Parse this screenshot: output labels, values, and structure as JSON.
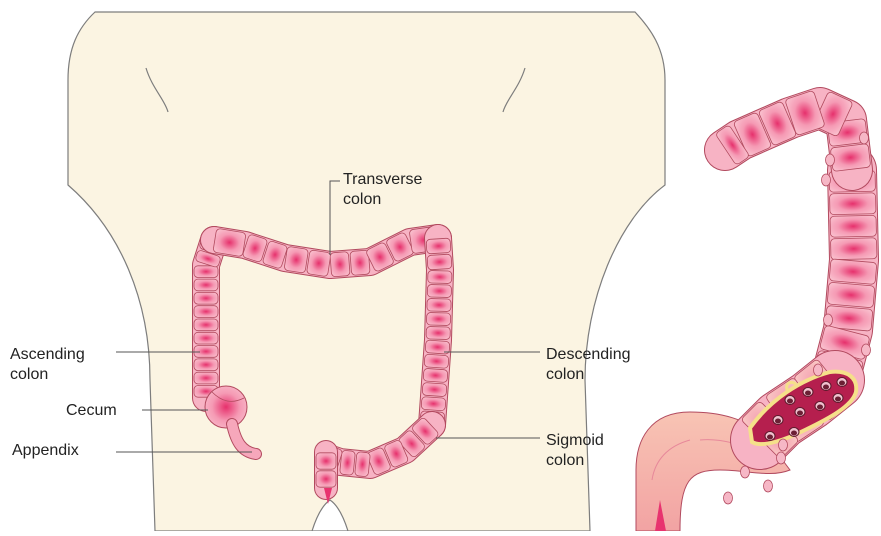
{
  "diagram": {
    "labels": {
      "transverse": [
        "Transverse",
        "colon"
      ],
      "ascending": [
        "Ascending",
        "colon"
      ],
      "cecum": [
        "Cecum"
      ],
      "appendix": [
        "Appendix"
      ],
      "descending": [
        "Descending",
        "colon"
      ],
      "sigmoid": [
        "Sigmoid",
        "colon"
      ]
    },
    "colors": {
      "body_fill": "#fbf4e2",
      "body_outline": "#7d7d7d",
      "segment_fill": "#f7b3c4",
      "segment_center": "#e8336f",
      "segment_outline": "#b24a5f",
      "leader_line": "#555555",
      "polyp_fill": "#e37b98",
      "tumor_dark": "#b51f4e",
      "tumor_border": "#f5e08a",
      "lower_colon": "#f4b4a5"
    }
  }
}
